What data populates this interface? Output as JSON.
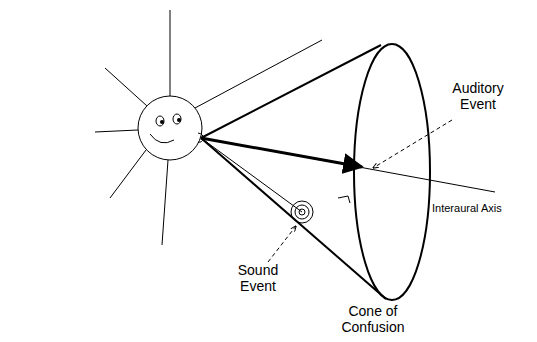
{
  "diagram": {
    "labels": [
      "Auditory Event",
      "Interaural Axis",
      "Sound Event",
      "Cone of Confusion"
    ]
  }
}
